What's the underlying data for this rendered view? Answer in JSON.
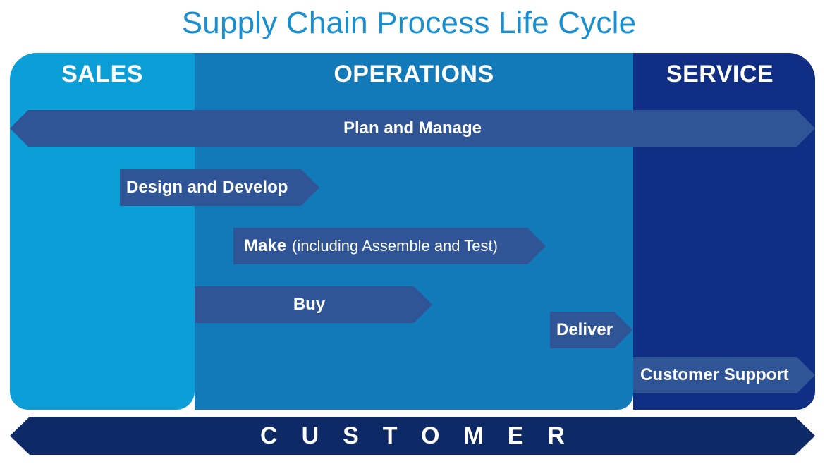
{
  "title": "Supply Chain Process Life Cycle",
  "columns": {
    "sales": "SALES",
    "operations": "OPERATIONS",
    "service": "SERVICE"
  },
  "arrows": {
    "plan": "Plan and Manage",
    "design": "Design and Develop",
    "make_bold": "Make",
    "make_detail": "(including Assemble and Test)",
    "buy": "Buy",
    "deliver": "Deliver",
    "support": "Customer Support"
  },
  "customer": "CUSTOMER",
  "colors": {
    "title": "#1a8fd0",
    "sales": "#0c9ed6",
    "operations": "#127ab8",
    "service": "#102f84",
    "arrow": "#2f5596",
    "customer": "#0e2a66"
  }
}
